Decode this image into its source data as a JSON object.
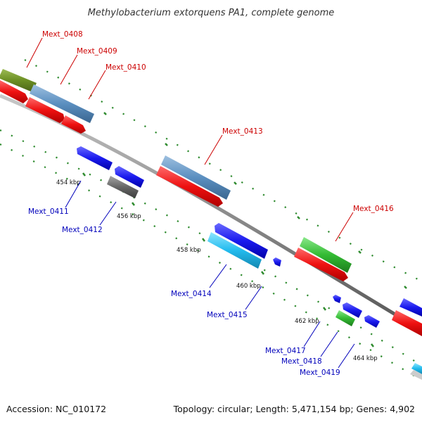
{
  "title": "Methylobacterium extorquens PA1, complete genome",
  "footer": {
    "accession": "Accession: NC_010172",
    "summary": "Topology: circular; Length: 5,471,154 bp; Genes: 4,902"
  },
  "scale_ticks": [
    "454 kbp",
    "456 kbp",
    "458 kbp",
    "460 kbp",
    "462 kbp",
    "464 kbp"
  ],
  "genes_top": [
    "Mext_0408",
    "Mext_0409",
    "Mext_0410",
    "Mext_0413",
    "Mext_0416"
  ],
  "genes_bottom": [
    "Mext_0411",
    "Mext_0412",
    "Mext_0414",
    "Mext_0415",
    "Mext_0417",
    "Mext_0418",
    "Mext_0419"
  ],
  "colors": {
    "backbone": "#8c8c8c",
    "cds_red": "#ee1111",
    "cds_blue": "#1a1aee",
    "cds_steel": "#5b8fc0",
    "cds_green": "#33bb33",
    "cds_olive": "#6b8e23",
    "cds_grey": "#666666",
    "cds_cyan": "#22bbee",
    "tick_green": "#2e8b2e",
    "label_top": "#cc0000",
    "label_bottom": "#0000bb"
  }
}
